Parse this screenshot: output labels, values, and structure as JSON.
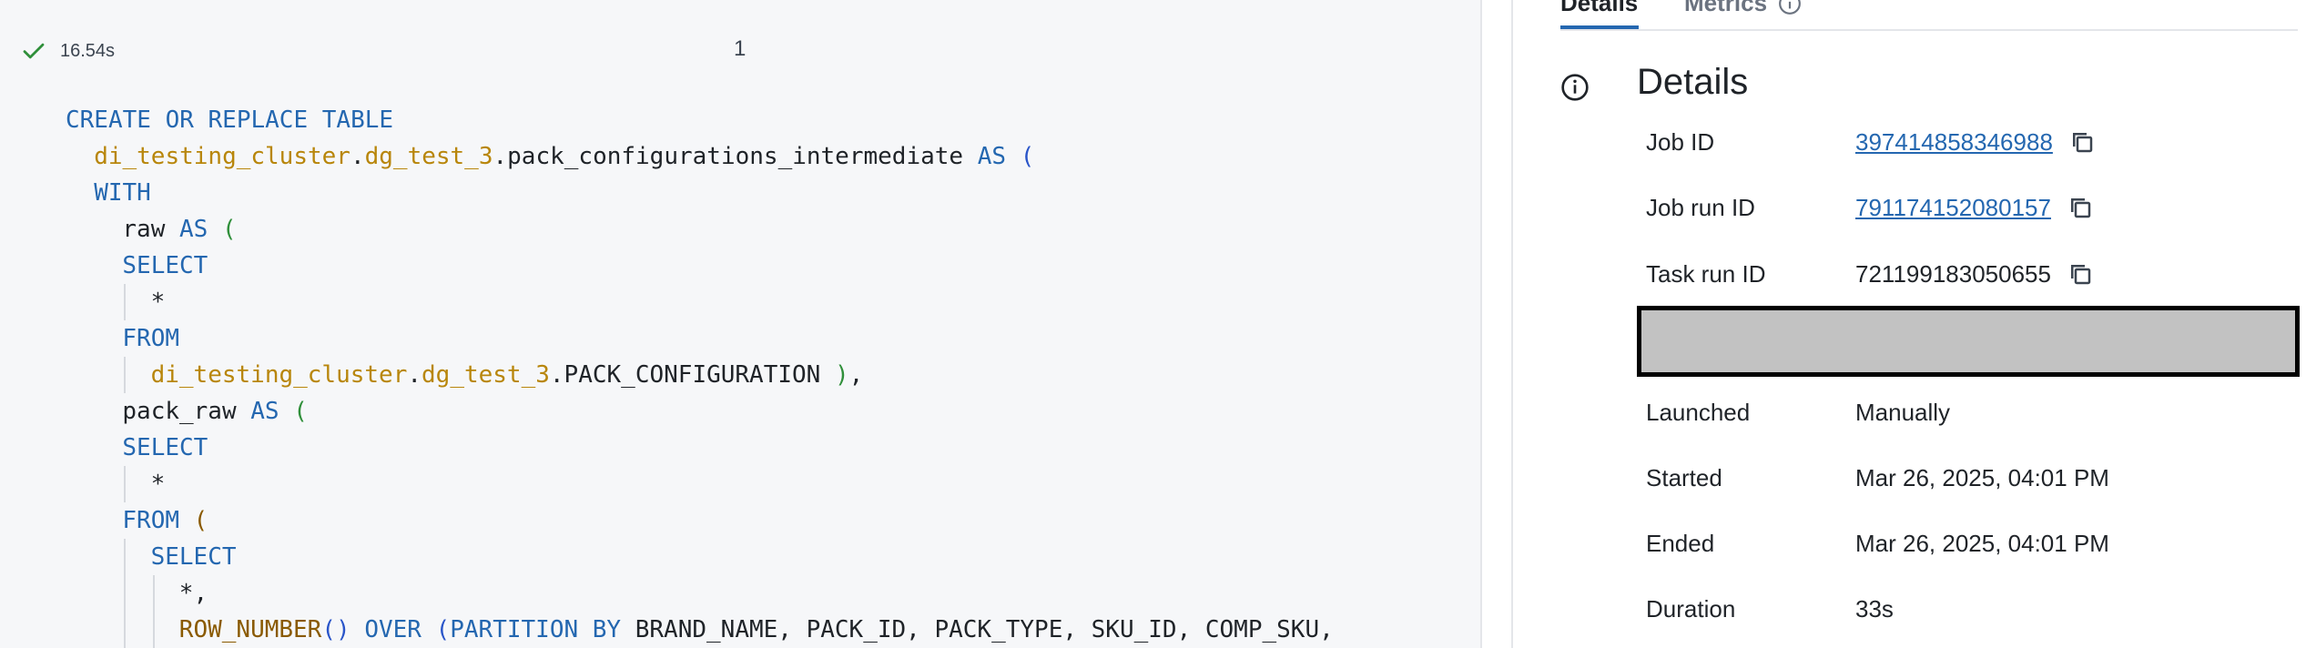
{
  "run_status": {
    "duration": "16.54s",
    "cell_count": "1"
  },
  "code_lines": [
    {
      "indent": 0,
      "tokens": [
        {
          "t": "CREATE OR REPLACE TABLE",
          "c": "kw"
        }
      ]
    },
    {
      "indent": 1,
      "tokens": [
        {
          "t": "di_testing_cluster",
          "c": "obj"
        },
        {
          "t": ".",
          "c": "txt"
        },
        {
          "t": "dg_test_3",
          "c": "obj"
        },
        {
          "t": ".pack_configurations_intermediate ",
          "c": "txt"
        },
        {
          "t": "AS",
          "c": "kw"
        },
        {
          "t": " ",
          "c": "txt"
        },
        {
          "t": "(",
          "c": "pb"
        }
      ]
    },
    {
      "indent": 1,
      "tokens": [
        {
          "t": "WITH",
          "c": "kw"
        }
      ]
    },
    {
      "indent": 2,
      "tokens": [
        {
          "t": "raw ",
          "c": "txt"
        },
        {
          "t": "AS",
          "c": "kw"
        },
        {
          "t": " ",
          "c": "txt"
        },
        {
          "t": "(",
          "c": "pn"
        }
      ]
    },
    {
      "indent": 2,
      "tokens": [
        {
          "t": "SELECT",
          "c": "kw"
        }
      ]
    },
    {
      "indent": 3,
      "tokens": [
        {
          "t": "*",
          "c": "txt"
        }
      ]
    },
    {
      "indent": 2,
      "tokens": [
        {
          "t": "FROM",
          "c": "kw"
        }
      ]
    },
    {
      "indent": 3,
      "tokens": [
        {
          "t": "di_testing_cluster",
          "c": "obj"
        },
        {
          "t": ".",
          "c": "txt"
        },
        {
          "t": "dg_test_3",
          "c": "obj"
        },
        {
          "t": ".PACK_CONFIGURATION ",
          "c": "txt"
        },
        {
          "t": ")",
          "c": "pn"
        },
        {
          "t": ",",
          "c": "txt"
        }
      ]
    },
    {
      "indent": 2,
      "tokens": [
        {
          "t": "pack_raw ",
          "c": "txt"
        },
        {
          "t": "AS",
          "c": "kw"
        },
        {
          "t": " ",
          "c": "txt"
        },
        {
          "t": "(",
          "c": "pn"
        }
      ]
    },
    {
      "indent": 2,
      "tokens": [
        {
          "t": "SELECT",
          "c": "kw"
        }
      ]
    },
    {
      "indent": 3,
      "tokens": [
        {
          "t": "*",
          "c": "txt"
        }
      ]
    },
    {
      "indent": 2,
      "tokens": [
        {
          "t": "FROM",
          "c": "kw"
        },
        {
          "t": " ",
          "c": "txt"
        },
        {
          "t": "(",
          "c": "fn"
        }
      ]
    },
    {
      "indent": 3,
      "tokens": [
        {
          "t": "SELECT",
          "c": "kw"
        }
      ]
    },
    {
      "indent": 4,
      "tokens": [
        {
          "t": "*,",
          "c": "txt"
        }
      ]
    },
    {
      "indent": 4,
      "tokens": [
        {
          "t": "ROW_NUMBER",
          "c": "fn"
        },
        {
          "t": "()",
          "c": "pb"
        },
        {
          "t": " ",
          "c": "txt"
        },
        {
          "t": "OVER",
          "c": "kw"
        },
        {
          "t": " ",
          "c": "txt"
        },
        {
          "t": "(",
          "c": "pb"
        },
        {
          "t": "PARTITION BY",
          "c": "kw"
        },
        {
          "t": " BRAND_NAME, PACK_ID, PACK_TYPE, SKU_ID, COMP_SKU,",
          "c": "txt"
        }
      ]
    }
  ],
  "tabs": {
    "details": "Details",
    "metrics": "Metrics"
  },
  "details": {
    "title": "Details",
    "job_id_label": "Job ID",
    "job_id_value": "397414858346988",
    "job_run_id_label": "Job run ID",
    "job_run_id_value": "791174152080157",
    "task_run_id_label": "Task run ID",
    "task_run_id_value": "721199183050655",
    "launched_label": "Launched",
    "launched_value": "Manually",
    "started_label": "Started",
    "started_value": "Mar 26, 2025, 04:01 PM",
    "ended_label": "Ended",
    "ended_value": "Mar 26, 2025, 04:01 PM",
    "duration_label": "Duration",
    "duration_value": "33s"
  },
  "colors": {
    "accent": "#2467b0",
    "success": "#2f8f3a",
    "keyword": "#2467b0",
    "identifier": "#b8860b"
  },
  "icons": {
    "status": "checkmark-icon",
    "info": "info-icon",
    "copy": "copy-icon"
  }
}
